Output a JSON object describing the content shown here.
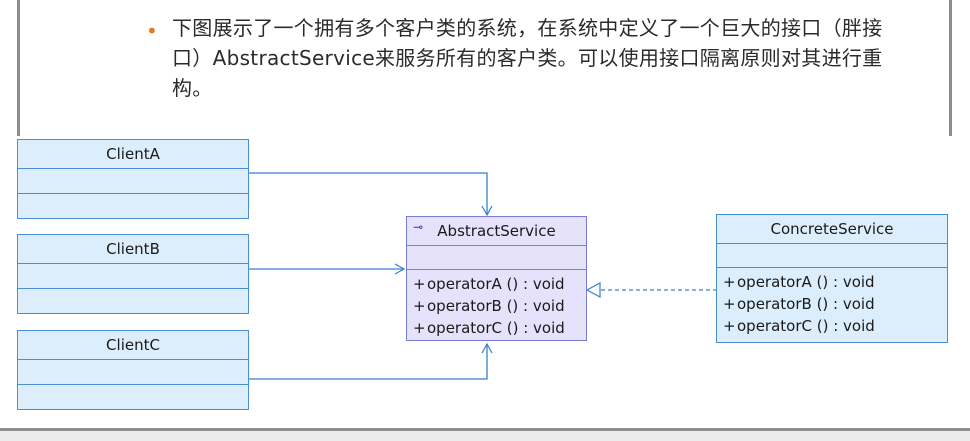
{
  "bullet": {
    "text": "下图展示了一个拥有多个客户类的系统，在系统中定义了一个巨大的接口（胖接口）AbstractService来服务所有的客户类。可以使用接口隔离原则对其进行重构。"
  },
  "diagram": {
    "clients": [
      {
        "name": "ClientA"
      },
      {
        "name": "ClientB"
      },
      {
        "name": "ClientC"
      }
    ],
    "abstract_service": {
      "name": "AbstractService",
      "stereotype_icon": "interface-icon",
      "operations": [
        {
          "visibility": "+",
          "signature": "operatorA () : void"
        },
        {
          "visibility": "+",
          "signature": "operatorB () : void"
        },
        {
          "visibility": "+",
          "signature": "operatorC () : void"
        }
      ]
    },
    "concrete_service": {
      "name": "ConcreteService",
      "operations": [
        {
          "visibility": "+",
          "signature": "operatorA () : void"
        },
        {
          "visibility": "+",
          "signature": "operatorB () : void"
        },
        {
          "visibility": "+",
          "signature": "operatorC () : void"
        }
      ]
    },
    "colors": {
      "class_fill": "#dceefb",
      "class_border": "#4a8fd6",
      "interface_fill": "#e6e2fb",
      "interface_border": "#7a7bd8",
      "connector": "#3a7fd0",
      "bullet": "#e7781f"
    }
  }
}
